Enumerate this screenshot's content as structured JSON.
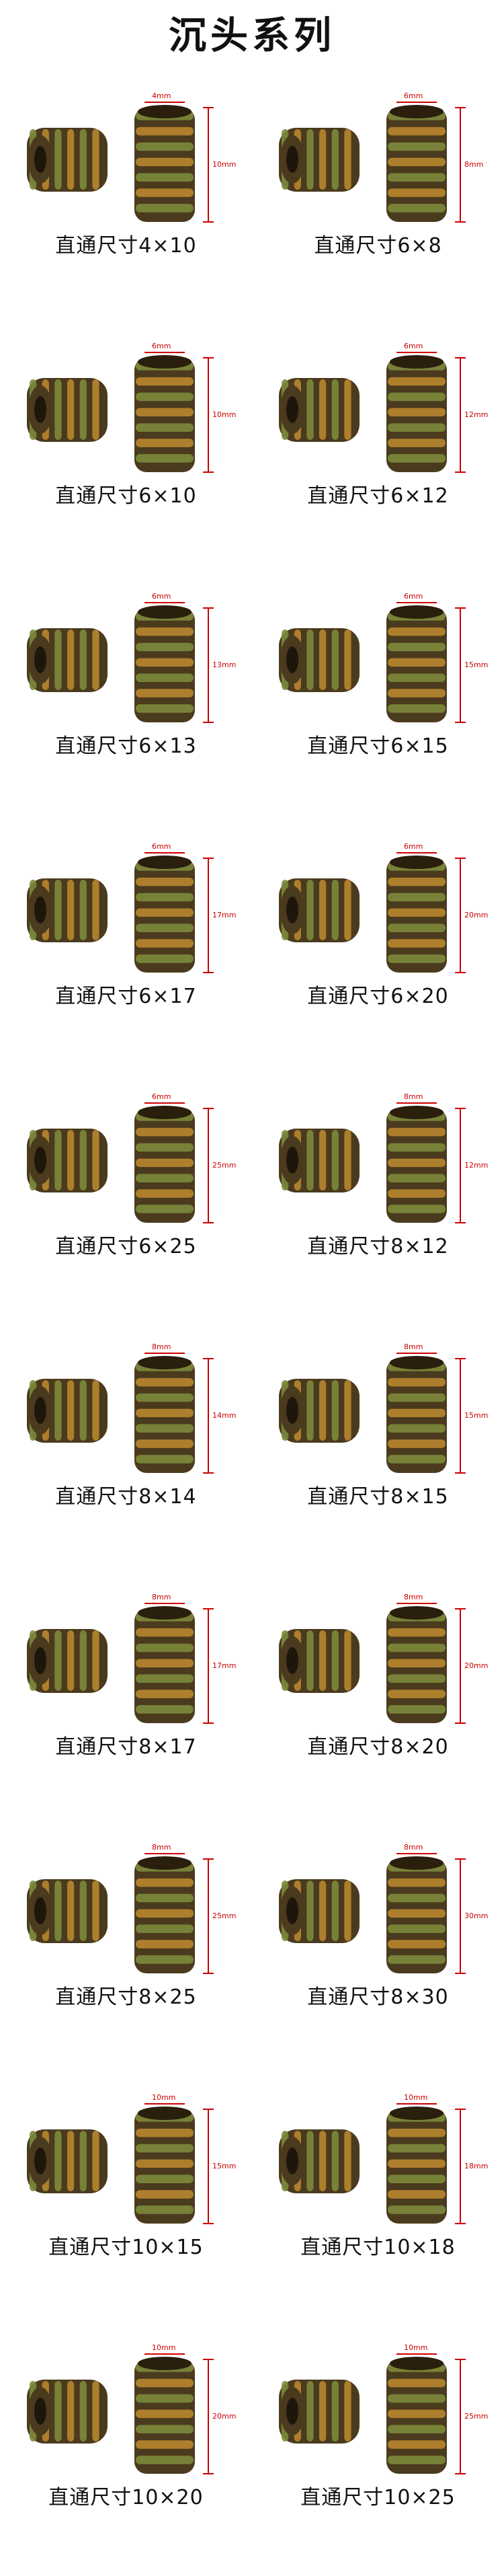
{
  "title": "沉头系列",
  "items": [
    {
      "caption": "直通尺寸4×10",
      "d": "4mm",
      "l": "10mm"
    },
    {
      "caption": "直通尺寸6×8",
      "d": "6mm",
      "l": "8mm"
    },
    {
      "caption": "直通尺寸6×10",
      "d": "6mm",
      "l": "10mm"
    },
    {
      "caption": "直通尺寸6×12",
      "d": "6mm",
      "l": "12mm"
    },
    {
      "caption": "直通尺寸6×13",
      "d": "6mm",
      "l": "13mm"
    },
    {
      "caption": "直通尺寸6×15",
      "d": "6mm",
      "l": "15mm"
    },
    {
      "caption": "直通尺寸6×17",
      "d": "6mm",
      "l": "17mm"
    },
    {
      "caption": "直通尺寸6×20",
      "d": "6mm",
      "l": "20mm"
    },
    {
      "caption": "直通尺寸6×25",
      "d": "6mm",
      "l": "25mm"
    },
    {
      "caption": "直通尺寸8×12",
      "d": "8mm",
      "l": "12mm"
    },
    {
      "caption": "直通尺寸8×14",
      "d": "8mm",
      "l": "14mm"
    },
    {
      "caption": "直通尺寸8×15",
      "d": "8mm",
      "l": "15mm"
    },
    {
      "caption": "直通尺寸8×17",
      "d": "8mm",
      "l": "17mm"
    },
    {
      "caption": "直通尺寸8×20",
      "d": "8mm",
      "l": "20mm"
    },
    {
      "caption": "直通尺寸8×25",
      "d": "8mm",
      "l": "25mm"
    },
    {
      "caption": "直通尺寸8×30",
      "d": "8mm",
      "l": "30mm"
    },
    {
      "caption": "直通尺寸10×15",
      "d": "10mm",
      "l": "15mm"
    },
    {
      "caption": "直通尺寸10×18",
      "d": "10mm",
      "l": "18mm"
    },
    {
      "caption": "直通尺寸10×20",
      "d": "10mm",
      "l": "20mm"
    },
    {
      "caption": "直通尺寸10×25",
      "d": "10mm",
      "l": "25mm"
    }
  ],
  "colors": {
    "dimension": "#cc0000",
    "brass": "#b8862e",
    "zinc": "#7c8a3a",
    "dark": "#4a3a1e"
  }
}
